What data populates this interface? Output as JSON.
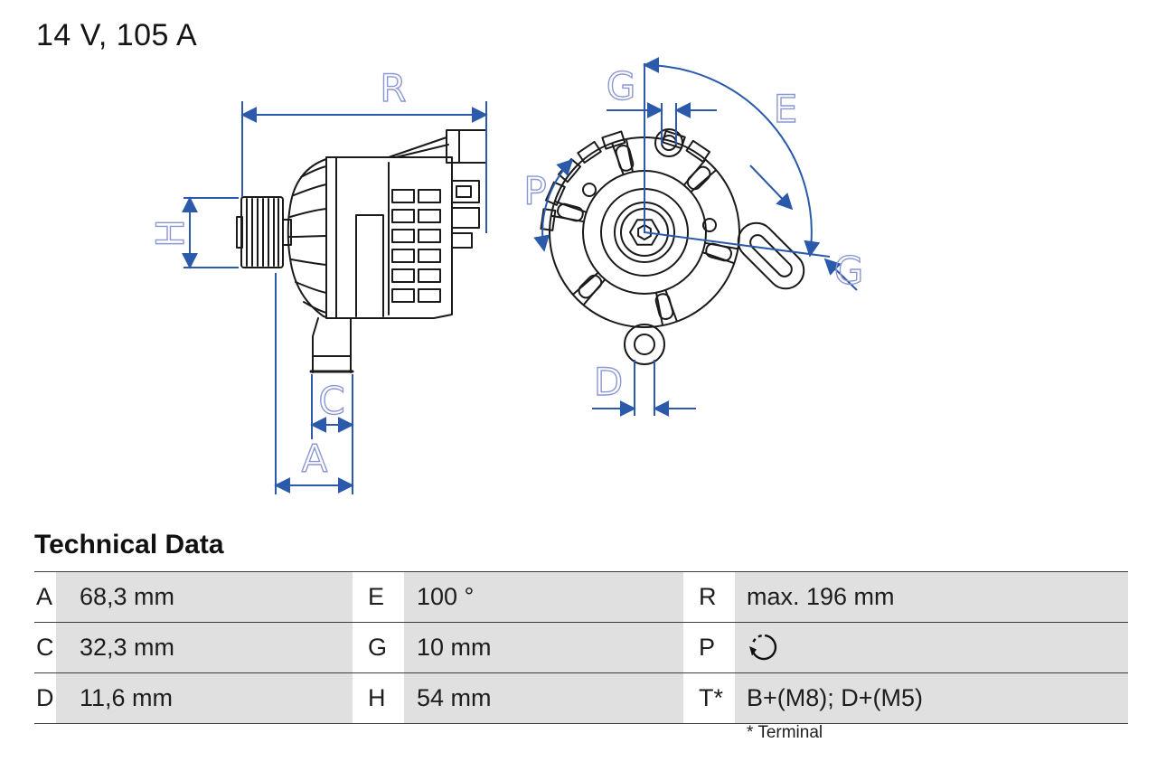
{
  "page": {
    "title": "14 V, 105 A"
  },
  "dims": {
    "r": "R",
    "h": "H",
    "c": "C",
    "a": "A",
    "g_top": "G",
    "e": "E",
    "p": "P",
    "g_side": "G",
    "d": "D"
  },
  "table": {
    "heading": "Technical Data",
    "rows": [
      {
        "k0": "A",
        "v0": "68,3 mm",
        "k1": "E",
        "v1": "100 °",
        "k2": "R",
        "v2": "max. 196 mm"
      },
      {
        "k0": "C",
        "v0": "32,3 mm",
        "k1": "G",
        "v1": "10 mm",
        "k2": "P",
        "v2_icon": "clockwise-rotation"
      },
      {
        "k0": "D",
        "v0": "11,6 mm",
        "k1": "H",
        "v1": "54 mm",
        "k2": "T*",
        "v2": "B+(M8); D+(M5)"
      }
    ],
    "footnote": "* Terminal"
  },
  "colors": {
    "dimension_blue": "#2b5aab",
    "label_blue": "#8b97d2",
    "table_row_gray": "#e0e0e0",
    "drawing_black": "#1a1a1a"
  }
}
